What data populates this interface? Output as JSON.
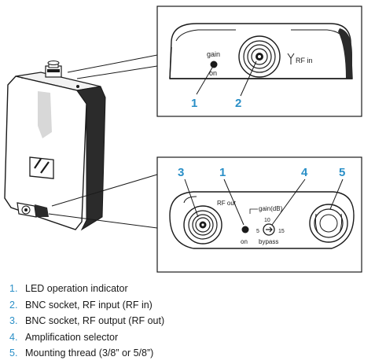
{
  "colors": {
    "callout_number": "#2a8fc7",
    "device_body": "#ffffff",
    "device_shadow": "#2b2b2b",
    "outline": "#1a1a1a"
  },
  "top_detail": {
    "gain_label": "gain",
    "on_label": "on",
    "rf_in_label": "RF in",
    "callouts": [
      "1",
      "2"
    ]
  },
  "bottom_detail": {
    "rf_out_label": "RF out",
    "gain_db_label": "gain(dB)",
    "scale_10": "10",
    "scale_5": "5",
    "scale_15": "15",
    "on_label": "on",
    "bypass_label": "bypass",
    "callouts": [
      "3",
      "1",
      "4",
      "5"
    ]
  },
  "legend": [
    {
      "num": "1.",
      "text": "LED operation indicator"
    },
    {
      "num": "2.",
      "text": "BNC socket, RF input (RF in)"
    },
    {
      "num": "3.",
      "text": "BNC socket, RF output (RF out)"
    },
    {
      "num": "4.",
      "text": "Amplification selector"
    },
    {
      "num": "5.",
      "text": "Mounting thread (3/8” or 5/8”)"
    }
  ]
}
